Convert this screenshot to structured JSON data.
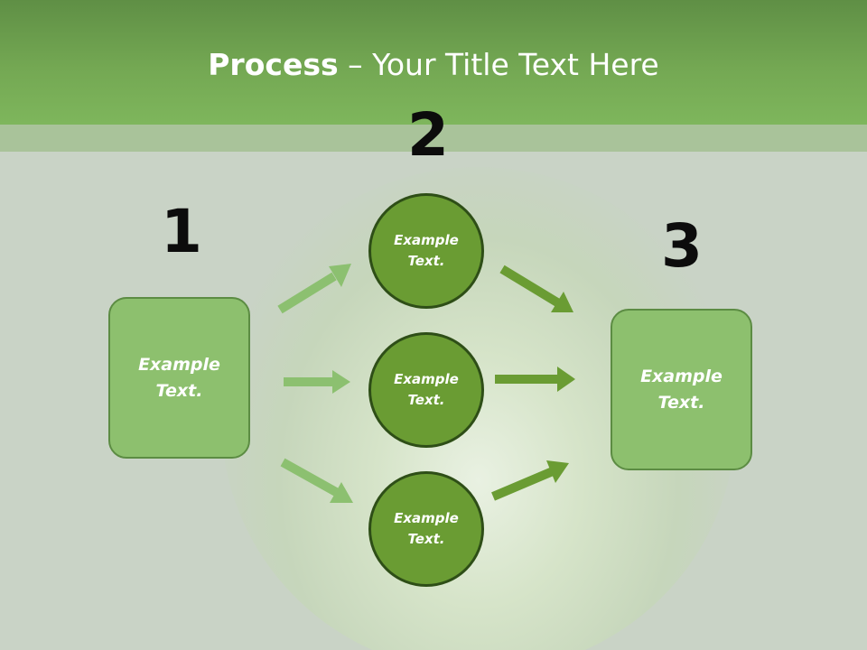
{
  "slide": {
    "title_bold": "Process",
    "title_rest": " – Your Title Text Here"
  },
  "steps": {
    "one": "1",
    "two": "2",
    "three": "3"
  },
  "left_box": {
    "line1": "Example",
    "line2": "Text."
  },
  "right_box": {
    "line1": "Example",
    "line2": "Text."
  },
  "circles": [
    {
      "line1": "Example",
      "line2": "Text."
    },
    {
      "line1": "Example",
      "line2": "Text."
    },
    {
      "line1": "Example",
      "line2": "Text."
    }
  ],
  "colors": {
    "header": "#74a853",
    "box_fill": "#8dc06e",
    "circle_fill": "#6a9c33",
    "arrow_light": "#8cc070",
    "arrow_dark": "#6a9c33"
  }
}
